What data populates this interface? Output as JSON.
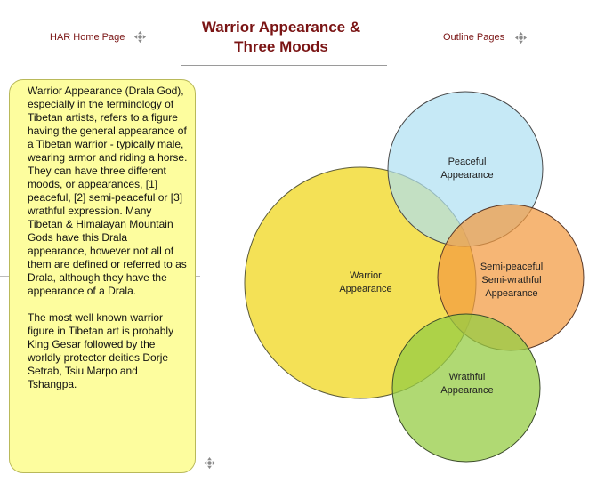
{
  "nav": {
    "home_label": "HAR Home Page",
    "outline_label": "Outline Pages"
  },
  "title": {
    "line1": "Warrior Appearance &",
    "line2": "Three Moods"
  },
  "note": {
    "paragraph1": "Warrior Appearance (Drala God), especially in the terminology of Tibetan artists, refers to a figure having the general appearance of a Tibetan warrior - typically male, wearing armor and riding a horse. They can have three different moods, or appearances, [1] peaceful, [2] semi-peaceful or [3] wrathful expression. Many Tibetan & Himalayan Mountain Gods have this Drala appearance, however not all of them are defined or referred to as Drala, although they have the appearance of a Drala.",
    "paragraph2": "The most well known warrior figure in Tibetan art is probably King Gesar followed by the worldly protector deities Dorje Setrab, Tsiu Marpo and Tshangpa."
  },
  "diagram": {
    "warrior": {
      "line1": "Warrior",
      "line2": "Appearance",
      "color": "#f2dc38"
    },
    "peaceful": {
      "line1": "Peaceful",
      "line2": "Appearance",
      "color": "#aee0f2"
    },
    "semi": {
      "line1": "Semi-peaceful",
      "line2": "Semi-wrathful",
      "line3": "Appearance",
      "color": "#f29a40"
    },
    "wrathful": {
      "line1": "Wrathful",
      "line2": "Appearance",
      "color": "#96cc44"
    }
  },
  "icons": {
    "move": "move-icon"
  }
}
